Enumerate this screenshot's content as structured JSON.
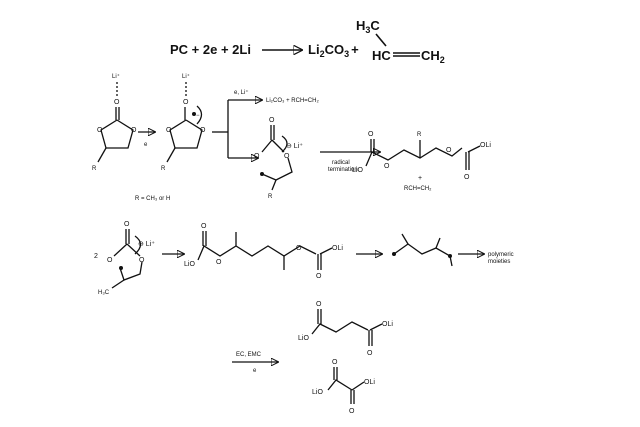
{
  "main_reaction": {
    "left": "PC + 2e + 2Li",
    "product1": "Li",
    "product1_sub": "2",
    "product1_rest": "CO",
    "product1_sub2": "3",
    "plus": "+",
    "propylene_ch3": "H",
    "propylene_ch3_sub": "3",
    "propylene_ch3_c": "C",
    "propylene_hc": "HC",
    "propylene_ch2": "CH",
    "propylene_ch2_sub": "2"
  },
  "labels": {
    "li_plus": "Li⁺",
    "o": "O",
    "r": "R",
    "e": "e",
    "e_li": "e, Li⁺",
    "li2co3_rch": "Li₂CO₃ + RCH=CH₂",
    "r_def": "R = CH₃ or H",
    "minus_li": "⊖ Li⁺",
    "plus_sign": "+",
    "radical": "radical",
    "termination": "termination",
    "lio": "LiO",
    "oli": "OLi",
    "rch_ch2": "RCH=CH₂",
    "two": "2",
    "h3c": "H₃C",
    "polymeric": "polymeric",
    "moieties": "moieties",
    "ec_emc": "EC, EMC"
  }
}
